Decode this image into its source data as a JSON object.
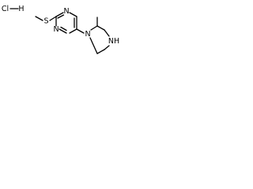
{
  "molecule": {
    "salt": {
      "chlorine": "Cl",
      "hydrogen": "H"
    },
    "pyrimidine": {
      "n1": "N",
      "n3": "N"
    },
    "thioether": {
      "sulfur": "S"
    },
    "piperazine": {
      "n1": "N",
      "n4": "NH"
    }
  }
}
